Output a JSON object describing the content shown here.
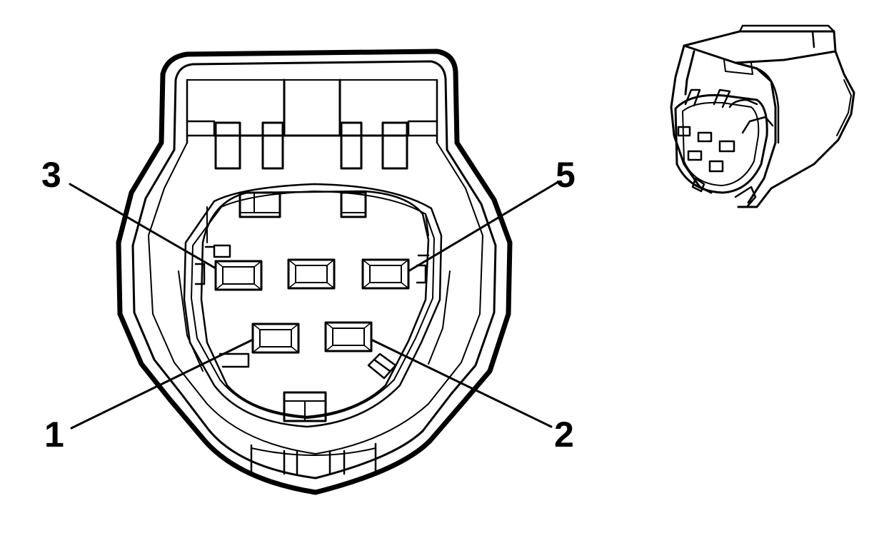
{
  "diagram": {
    "callouts": [
      {
        "id": "pin-3",
        "label": "3"
      },
      {
        "id": "pin-5",
        "label": "5"
      },
      {
        "id": "pin-1",
        "label": "1"
      },
      {
        "id": "pin-2",
        "label": "2"
      }
    ]
  },
  "colors": {
    "line": "#000000",
    "background": "#ffffff",
    "body_fill": "#ffffff"
  }
}
